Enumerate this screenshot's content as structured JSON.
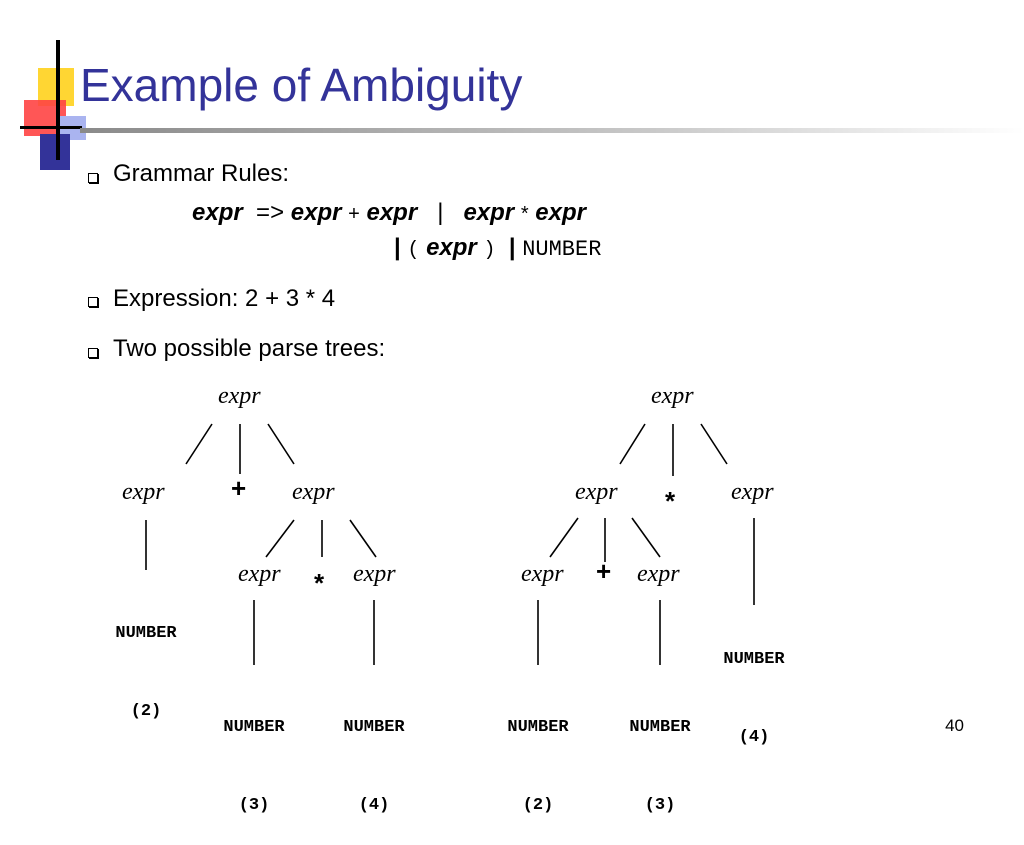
{
  "slide": {
    "title": "Example of Ambiguity",
    "number": "40"
  },
  "bullets": [
    "Grammar Rules:",
    "Expression: 2 + 3 * 4",
    "Two possible parse trees:"
  ],
  "grammar": {
    "line1": {
      "lhs": "expr",
      "arrow": "=>",
      "a": "expr",
      "plus": "+",
      "b": "expr",
      "bar": "|",
      "c": "expr",
      "times": "*",
      "d": "expr"
    },
    "line2": {
      "bar1": "|",
      "lparen": "(",
      "e": "expr",
      "rparen": ")",
      "bar2": "|",
      "number": "NUMBER"
    }
  },
  "trees": {
    "left": {
      "root": "expr",
      "left_expr": "expr",
      "op_plus": "+",
      "right_expr": "expr",
      "num2": {
        "name": "NUMBER",
        "val": "(2)"
      },
      "inner_left": "expr",
      "op_times": "*",
      "inner_right": "expr",
      "num3": {
        "name": "NUMBER",
        "val": "(3)"
      },
      "num4": {
        "name": "NUMBER",
        "val": "(4)"
      }
    },
    "right": {
      "root": "expr",
      "left_expr": "expr",
      "op_times": "*",
      "right_expr": "expr",
      "inner_left": "expr",
      "op_plus": "+",
      "inner_right": "expr",
      "num2": {
        "name": "NUMBER",
        "val": "(2)"
      },
      "num3": {
        "name": "NUMBER",
        "val": "(3)"
      },
      "num4": {
        "name": "NUMBER",
        "val": "(4)"
      }
    }
  },
  "colors": {
    "title": "#333399",
    "logo_yellow": "#ffd633",
    "logo_red": "#ff3333",
    "logo_blue": "#333399",
    "logo_lightblue": "#99aaee"
  }
}
